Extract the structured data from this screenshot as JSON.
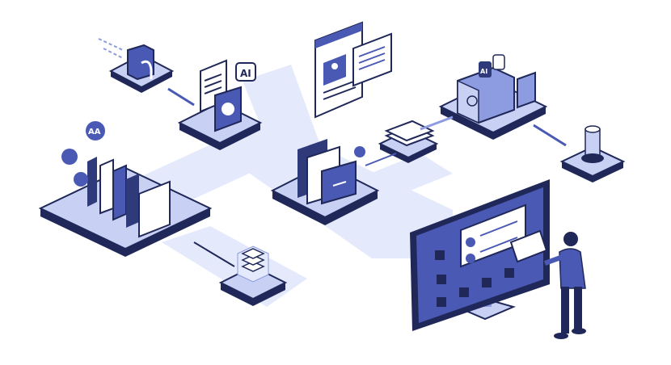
{
  "labels": {
    "ai_bubble": "AI",
    "font_badge": "AA",
    "box_tag": "AI"
  },
  "colors": {
    "navy": "#1f2858",
    "blue": "#4a5ab4",
    "mid": "#8d9be0",
    "light": "#c8d0f4",
    "pale": "#e4e9fc",
    "white": "#ffffff"
  }
}
